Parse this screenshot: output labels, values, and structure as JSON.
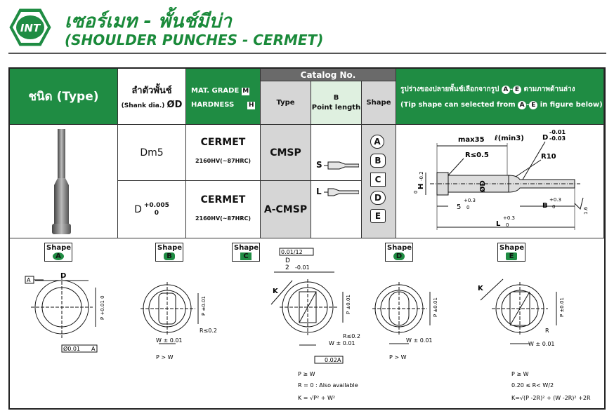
{
  "header": {
    "logo_text": "INT",
    "title_thai": "เซอร์เมท - พั้นช์มีบ่า",
    "title_en": "(SHOULDER PUNCHES - CERMET)"
  },
  "table": {
    "col_type_label": "ชนิด (Type)",
    "shank_label_thai": "ลำตัวพั้นช์",
    "shank_label_en": "(Shank dia.)",
    "shank_symbol": "ØD",
    "mat_grade_label": "MAT. GRADE",
    "mat_grade_key": "M",
    "hardness_label": "HARDNESS",
    "hardness_key": "H",
    "catalog_no_label": "Catalog No.",
    "type_label": "Type",
    "point_length_label_b": "B",
    "point_length_label": "Point length",
    "shape_label": "Shape",
    "tip_note_thai": "รูปร่างของปลายพั้นช์เลือกจากรูป",
    "tip_note_thai_tail": "ตามภาพด้านล่าง",
    "tip_note_en": "(Tip shape can selected from",
    "tip_note_en_tail": "in figure below)",
    "tip_from": "A",
    "tip_to": "E",
    "rows": [
      {
        "shank": "Dm5",
        "material": "CERMET",
        "hardness": "2160HV(~87HRC)",
        "type": "CMSP",
        "point": "S"
      },
      {
        "shank": "D",
        "shank_tol_upper": "+0.005",
        "shank_tol_lower": "0",
        "material": "CERMET",
        "hardness": "2160HV(~87HRC)",
        "type": "A-CMSP",
        "point": "L"
      }
    ],
    "shapes": [
      "A",
      "B",
      "C",
      "D",
      "E"
    ]
  },
  "punch_drawing": {
    "max35": "max35",
    "l_min": "ℓ(min3)",
    "d_tol_upper": "-0.01",
    "d_tol_lower": "-0.03",
    "d_label": "D",
    "r_small": "R≤0.5",
    "r10": "R10",
    "h_label": "H",
    "h_tol_upper": "0",
    "h_tol_lower": "-0.2",
    "od": "ØD",
    "five": "5",
    "five_tol_u": "+0.3",
    "five_tol_l": "0",
    "b_label": "B",
    "b_tol_u": "+0.3",
    "b_tol_l": "0",
    "l_label": "L",
    "l_tol_u": "+0.3",
    "l_tol_l": "0",
    "surface": "1.6"
  },
  "shapes_detail": [
    {
      "label": "Shape",
      "letter": "A",
      "datum": "A",
      "dim_d": "D",
      "p_tol": "P +0.01 0",
      "concentric": "Ø0.01",
      "concentric_ref": "A"
    },
    {
      "label": "Shape",
      "letter": "B",
      "p_dim": "P ±0.01",
      "r_dim": "R≤0.2",
      "w_dim": "W ± 0.01",
      "cond": "P > W"
    },
    {
      "label": "Shape",
      "letter": "C",
      "parallel": "0.01/12",
      "d_half": "D",
      "d_half_den": "2",
      "d_half_tol": "-0.01",
      "k": "K",
      "p_dim": "P ±0.01",
      "r_dim": "R≤0.2",
      "w_dim": "W ± 0.01",
      "sym": "0.02",
      "sym_ref": "A",
      "cond1": "P ≥ W",
      "cond2": "R = 0 : Also available",
      "cond3": "K = √P² + W²"
    },
    {
      "label": "Shape",
      "letter": "D",
      "p_dim": "P ±0.01",
      "w_dim": "W ± 0.01",
      "cond": "P > W"
    },
    {
      "label": "Shape",
      "letter": "E",
      "k": "K",
      "p_dim": "P ±0.01",
      "r": "R",
      "w_dim": "W ± 0.01",
      "cond1": "P ≥ W",
      "cond2": "0.20 ≤ R< W/2",
      "cond3": "K=√(P -2R)² + (W -2R)² +2R"
    }
  ],
  "colors": {
    "brand_green": "#1f8c43",
    "title_green": "#1a8a3a",
    "grey": "#d6d6d6"
  }
}
